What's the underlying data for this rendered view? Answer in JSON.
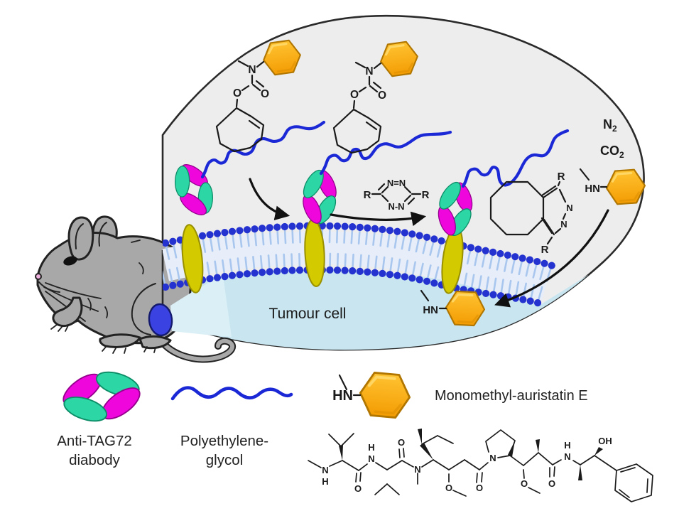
{
  "colors": {
    "blob_fill": "#ededee",
    "blob_stroke": "#2a2a2a",
    "cytoplasm": "#c9e6f0",
    "cone": "#dbeff6",
    "membrane_head": "#2432cf",
    "membrane_tail": "#a9c7ee",
    "membrane_band": "#e7eef9",
    "antigen_yellow": "#f2ea00",
    "diabody_magenta": "#ef06dd",
    "diabody_green": "#2cd6a5",
    "peg": "#1b28d6",
    "drug_orange": "#f8a60c",
    "mouse_gray": "#a8a8a8",
    "tumor_blue": "#3a43e2",
    "bond": "#1a1a1a"
  },
  "scene": {
    "gases": {
      "n2_base": "N",
      "n2_sub": "2",
      "co2_base": "CO",
      "co2_sub": "2"
    },
    "labels": {
      "tumour_cell": "Tumour cell",
      "hn_free": "HN",
      "hn_internal": "HN"
    },
    "carbamate": {
      "n": "N",
      "o_ester": "O",
      "o_carbonyl": "O"
    },
    "tetrazine": {
      "top": "N=N",
      "bottom": "N-N",
      "r_left": "R",
      "r_right": "R"
    },
    "product": {
      "n_upper": "N",
      "n_lower": "N",
      "r_top": "R",
      "r_bottom": "R"
    }
  },
  "legend": {
    "diabody_caption_line1": "Anti-TAG72",
    "diabody_caption_line2": "diabody",
    "peg_caption_line1": "Polyethylene-",
    "peg_caption_line2": "glycol",
    "mmae_hn": "HN",
    "mmae_caption": "Monomethyl-auristatin E",
    "mmae_atoms": {
      "n1": "N",
      "h1": "H",
      "o1": "O",
      "h2": "H",
      "n2": "N",
      "o2": "O",
      "n3": "N",
      "o3": "O",
      "o4": "O",
      "n4": "N",
      "o5": "O",
      "o6": "O",
      "n5": "N",
      "h3": "H",
      "oh": "OH"
    }
  }
}
